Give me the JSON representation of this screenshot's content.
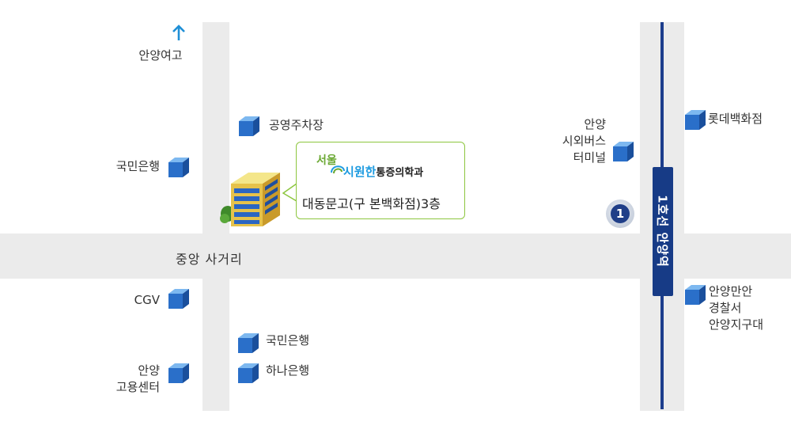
{
  "map": {
    "north_label": "안양여고",
    "junction_label": "중앙 사거리",
    "destination": {
      "logo_top": "서울",
      "logo_name": "시원한",
      "logo_rest": "통증의학과",
      "address": "대동문고(구 본백화점)3층"
    },
    "landmarks": {
      "public_parking": "공영주차장",
      "kb_bank_north": "국민은행",
      "bus_terminal": [
        "안양",
        "시외버스",
        "터미널"
      ],
      "lotte_department": "롯데백화점",
      "cgv": "CGV",
      "kb_bank_south": "국민은행",
      "hana_bank": "하나은행",
      "employment_center": [
        "안양",
        "고용센터"
      ],
      "police_station": [
        "안양만안",
        "경찰서",
        "안양지구대"
      ]
    },
    "subway": {
      "station_name": "1호선 안양역",
      "exit_number": "1"
    },
    "colors": {
      "road": "#ebebeb",
      "subway_line": "#1c3d8c",
      "callout_border": "#8dc63f",
      "north_arrow": "#1f8fd6",
      "cube": "#2a6fc9"
    }
  }
}
